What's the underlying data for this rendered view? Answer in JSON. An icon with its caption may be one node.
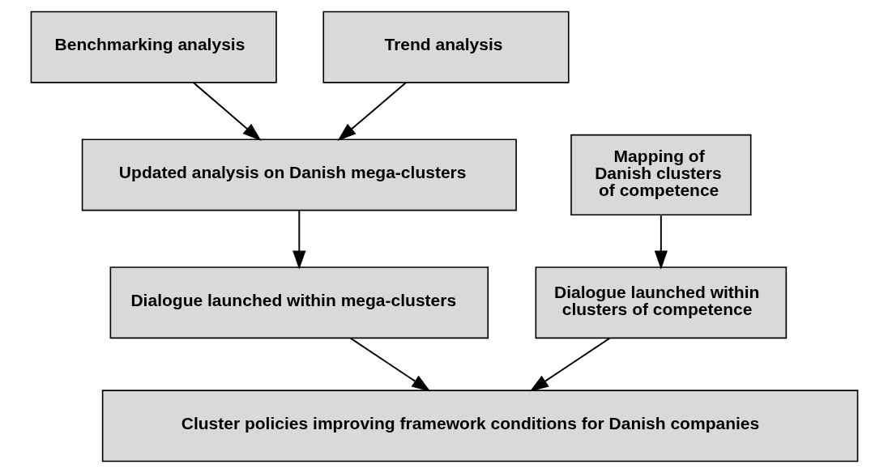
{
  "diagram": {
    "nodes": [
      {
        "text": [
          "Benchmarking analysis"
        ]
      },
      {
        "text": [
          "Trend analysis"
        ]
      },
      {
        "text": [
          "Mapping of Danish clusters of competence"
        ]
      },
      {
        "text": [
          "Updated analysis on Danish mega-clusters"
        ]
      },
      {
        "text": [
          "Dialogue launched within mega-clusters"
        ]
      },
      {
        "text": [
          "Dialogue launched within clusters of competence"
        ]
      },
      {
        "text": [
          "Cluster policies improving framework conditions for Danish companies"
        ]
      }
    ],
    "edges": [
      {
        "from": 0,
        "to": 3,
        "arrow": "to"
      },
      {
        "from": 1,
        "to": 3,
        "arrow": "to"
      },
      {
        "from": 2,
        "to": 5,
        "arrow": "to"
      },
      {
        "from": 3,
        "to": 4,
        "arrow": "to"
      },
      {
        "from": 4,
        "to": 6,
        "arrow": "to"
      },
      {
        "from": 5,
        "to": 6,
        "arrow": "to"
      }
    ]
  }
}
